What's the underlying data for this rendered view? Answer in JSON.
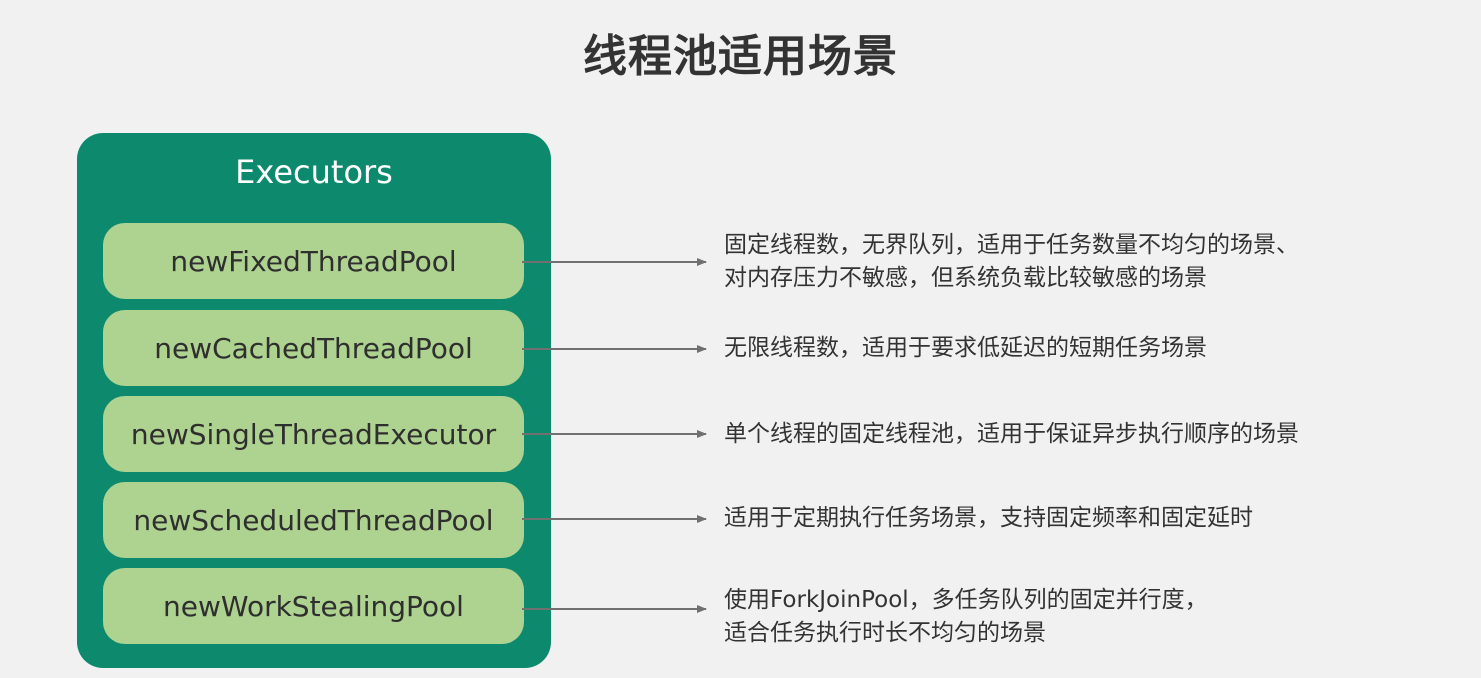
{
  "title": "线程池适用场景",
  "panel": {
    "title": "Executors",
    "items": [
      {
        "label": "newFixedThreadPool"
      },
      {
        "label": "newCachedThreadPool"
      },
      {
        "label": "newSingleThreadExecutor"
      },
      {
        "label": "newScheduledThreadPool"
      },
      {
        "label": "newWorkStealingPool"
      }
    ]
  },
  "descriptions": [
    {
      "lines": [
        "固定线程数，无界队列，适用于任务数量不均匀的场景、",
        "对内存压力不敏感，但系统负载比较敏感的场景"
      ]
    },
    {
      "lines": [
        "无限线程数，适用于要求低延迟的短期任务场景"
      ]
    },
    {
      "lines": [
        "单个线程的固定线程池，适用于保证异步执行顺序的场景"
      ]
    },
    {
      "lines": [
        "适用于定期执行任务场景，支持固定频率和固定延时"
      ]
    },
    {
      "lines": [
        "使用ForkJoinPool，多任务队列的固定并行度，",
        "适合任务执行时长不均匀的场景"
      ]
    }
  ],
  "colors": {
    "panel": "#0d8a6e",
    "item": "#aed28f",
    "arrow": "#707070",
    "background": "#f1f1f1"
  }
}
